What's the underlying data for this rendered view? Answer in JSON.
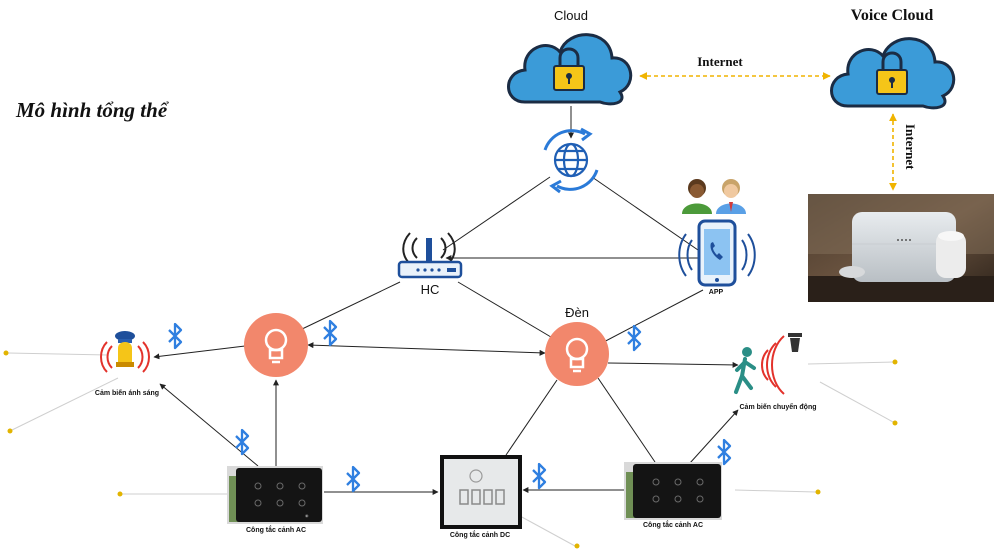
{
  "title": "Mô hình tổng thể",
  "labels": {
    "cloud": "Cloud",
    "voice_cloud": "Voice Cloud",
    "internet_h": "Internet",
    "internet_v": "Internet",
    "hc": "HC",
    "app": "APP",
    "den": "Đèn",
    "light_sensor": "Cảm biến ánh sáng",
    "motion_sensor": "Cảm biến chuyển động",
    "ac_switch_left": "Công tắc cảnh AC",
    "ac_switch_right": "Công tắc cảnh AC",
    "dc_switch": "Công tắc cảnh DC"
  },
  "colors": {
    "cloud_fill": "#3b9bd8",
    "cloud_stroke": "#1b2c44",
    "lock": "#f5c518",
    "bulb_circle": "#f2876c",
    "bluetooth": "#2f7fe0",
    "internet_dash": "#f0b400",
    "alarm_red": "#e3322b",
    "line": "#222222"
  },
  "icons": [
    "cloud-lock-icon",
    "globe-sync-icon",
    "router-icon",
    "smartphone-icon",
    "users-icon",
    "bulb-icon",
    "bluetooth-icon",
    "alarm-sensor-icon",
    "motion-sensor-icon",
    "switch-panel",
    "smart-speaker-photo"
  ]
}
